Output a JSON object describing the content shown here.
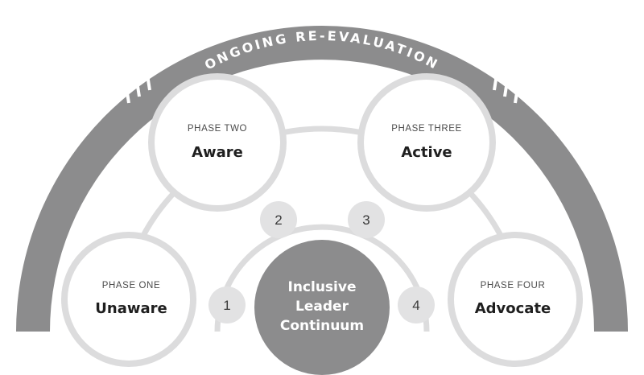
{
  "banner": {
    "text": "ONGOING RE-EVALUATION"
  },
  "center": {
    "lines": [
      "Inclusive",
      "Leader",
      "Continuum"
    ]
  },
  "phases": [
    {
      "caption": "PHASE ONE",
      "name": "Unaware"
    },
    {
      "caption": "PHASE TWO",
      "name": "Aware"
    },
    {
      "caption": "PHASE THREE",
      "name": "Active"
    },
    {
      "caption": "PHASE FOUR",
      "name": "Advocate"
    }
  ],
  "steps": [
    "1",
    "2",
    "3",
    "4"
  ],
  "colors": {
    "band": "#8c8c8d",
    "ring": "#dcdcdd",
    "center": "#8c8c8d",
    "step_badge": "#e2e2e3"
  }
}
